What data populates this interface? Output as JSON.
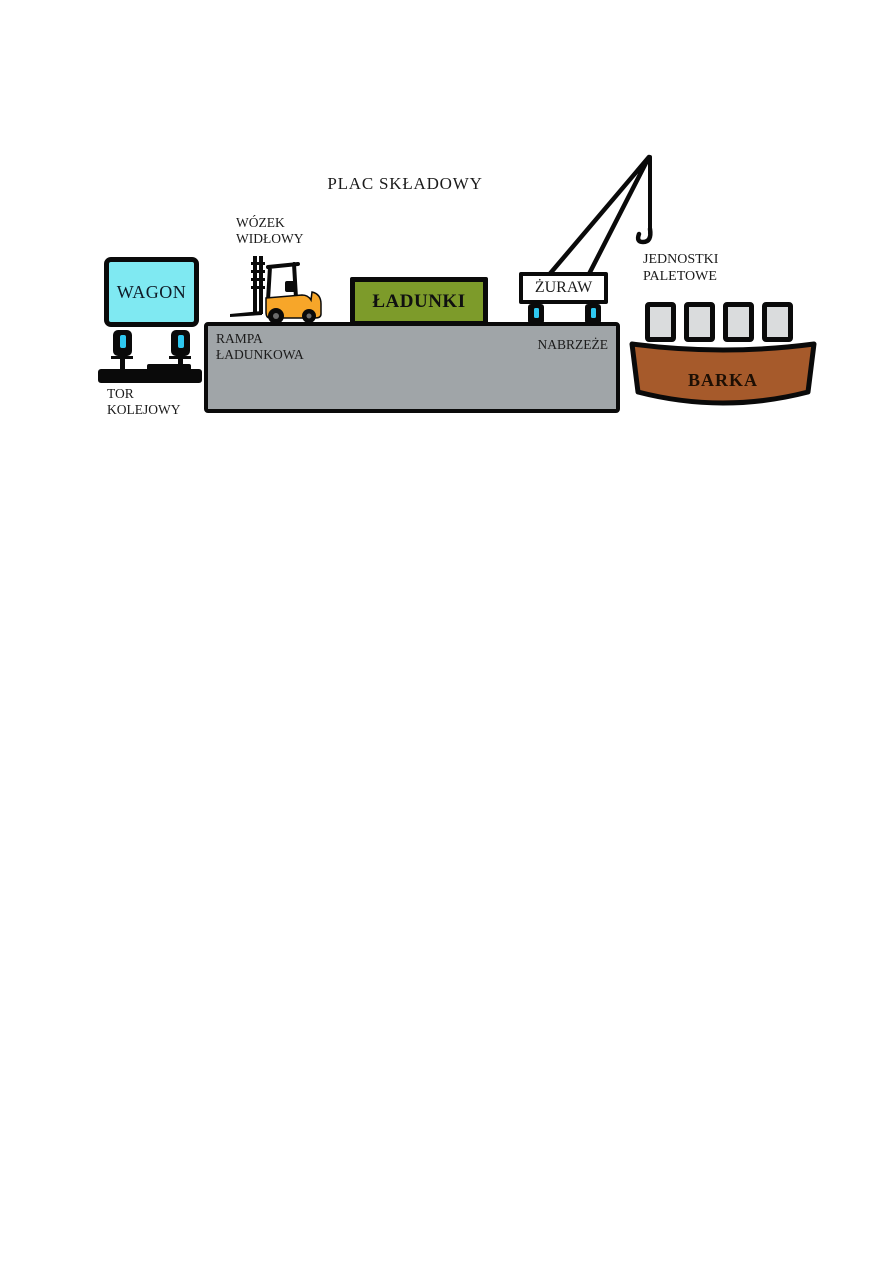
{
  "labels": {
    "storage_yard": "PLAC SKŁADOWY",
    "forklift": "WÓZEK\nWIDŁOWY",
    "wagon": "WAGON",
    "cargo": "ŁADUNKI",
    "crane": "ŻURAW",
    "pallet_units": "JEDNOSTKI\nPALETOWE",
    "loading_ramp": "RAMPA\nŁADUNKOWA",
    "quay": "NABRZEŻE",
    "railway_track": "TOR\nKOLEJOWY",
    "barge": "BARKA"
  },
  "icons": {
    "forklift": "forklift-icon",
    "crane_boom": "crane-boom-icon",
    "crane_hook": "crane-hook-icon",
    "wagon_wheel": "wagon-wheel-icon",
    "rail_profile": "rail-profile-icon",
    "railway_track_bar": "railway-track-bar",
    "pallet_unit": "pallet-unit-box",
    "barge_hull": "barge-hull-icon"
  },
  "colors": {
    "wagon_fill": "#7fe9f2",
    "wheel_slot_cyan": "#2fc8f0",
    "cargo_green": "#7d9b2a",
    "ramp_gray": "#a0a5a8",
    "pallet_gray": "#dadcdd",
    "barge_brown": "#a65a2b",
    "forklift_orange": "#f7a629",
    "outline_black": "#0a0a0a",
    "background": "#ffffff"
  }
}
